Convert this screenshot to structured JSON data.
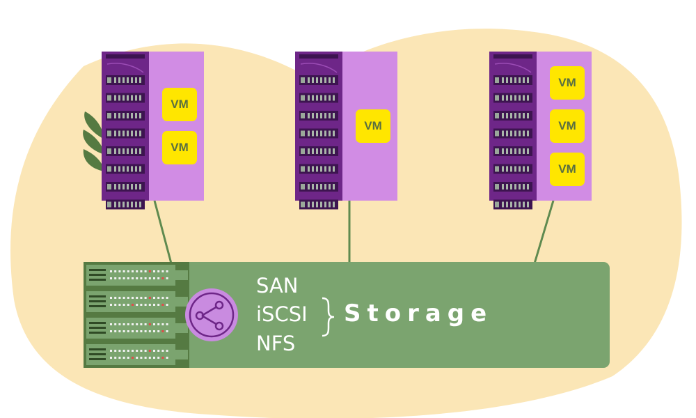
{
  "colors": {
    "blob": "#fbe6b6",
    "server_dark": "#6e2688",
    "server_side": "#d18ce4",
    "vm_box": "#ffe600",
    "vm_text": "#5a6f41",
    "storage_box": "#7ba46f",
    "storage_rack": "#557a42",
    "connector": "#5f8a4f",
    "share_circle": "#c98be0",
    "text_white": "#ffffff"
  },
  "hosts": [
    {
      "vms": [
        "VM",
        "VM"
      ]
    },
    {
      "vms": [
        "VM"
      ]
    },
    {
      "vms": [
        "VM",
        "VM",
        "VM"
      ]
    }
  ],
  "storage": {
    "protocols": [
      "SAN",
      "iSCSI",
      "NFS"
    ],
    "brace": "}",
    "label": "Storage",
    "icon": "share-icon"
  }
}
